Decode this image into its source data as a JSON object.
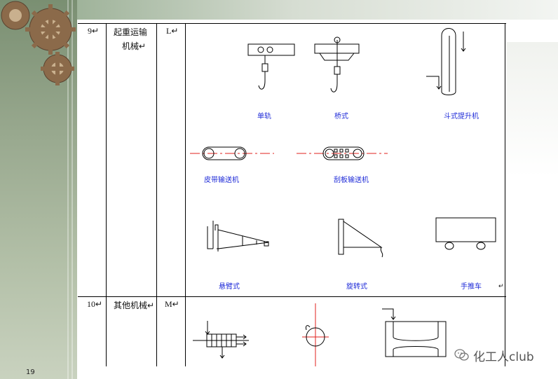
{
  "page_number": "19",
  "rows": [
    {
      "number": "9↵",
      "category": [
        "起重运输",
        "机械↵"
      ],
      "code": "L↵",
      "captions": [
        "单轨",
        "桥式",
        "斗式提升机",
        "皮带输送机",
        "刮板输送机",
        "悬臂式",
        "旋转式",
        "手推车"
      ],
      "end_mark": "↵"
    },
    {
      "number": "10↵",
      "category": [
        "其他机械↵"
      ],
      "code": "M↵"
    }
  ],
  "watermark": {
    "text": "化工人club",
    "icon": "wechat-icon"
  },
  "colors": {
    "caption": "#1f2bd8",
    "centerline": "#e0201e",
    "line": "#000000"
  }
}
